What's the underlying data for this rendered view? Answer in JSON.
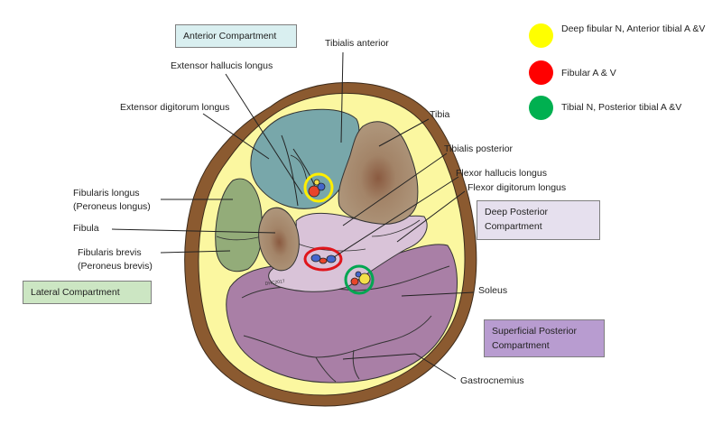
{
  "compartments": {
    "anterior": "Anterior Compartment",
    "lateral": "Lateral Compartment",
    "deep_posterior": [
      "Deep Posterior",
      "Compartment"
    ],
    "superficial_posterior": [
      "Superficial Posterior",
      "Compartment"
    ]
  },
  "labels": {
    "tibialis_anterior": "Tibialis anterior",
    "extensor_hallucis_longus": "Extensor hallucis longus",
    "extensor_digitorum_longus": "Extensor digitorum longus",
    "tibia": "Tibia",
    "tibialis_posterior": "Tibialis posterior",
    "flexor_hallucis_longus": "Flexor hallucis longus",
    "flexor_digitorum_longus": "Flexor digitorum longus",
    "fibularis_longus": [
      "Fibularis longus",
      "(Peroneus longus)"
    ],
    "fibula": "Fibula",
    "fibularis_brevis": [
      "Fibularis brevis",
      "(Peroneus brevis)"
    ],
    "soleus": "Soleus",
    "gastrocnemius": "Gastrocnemius",
    "watermark": "DHC2017"
  },
  "legend": [
    {
      "color": "#ffff00",
      "text": "Deep fibular N, Anterior tibial A &V"
    },
    {
      "color": "#ff0000",
      "text": "Fibular A & V"
    },
    {
      "color": "#00b050",
      "text": "Tibial N, Posterior tibial A &V"
    }
  ],
  "colors": {
    "anterior_box": "#d9eff0",
    "lateral_box": "#cce6c3",
    "deep_box": "#e6e0ee",
    "superficial_box": "#b89cd0",
    "skin": "#8b5a30",
    "fat": "#fbf7a0",
    "anterior_muscle": "#78a7aa",
    "lateral_muscle": "#93ac79",
    "bone": "#a48c72",
    "deep_muscle": "#d9c3d8",
    "superficial_muscle": "#a97fa6"
  }
}
